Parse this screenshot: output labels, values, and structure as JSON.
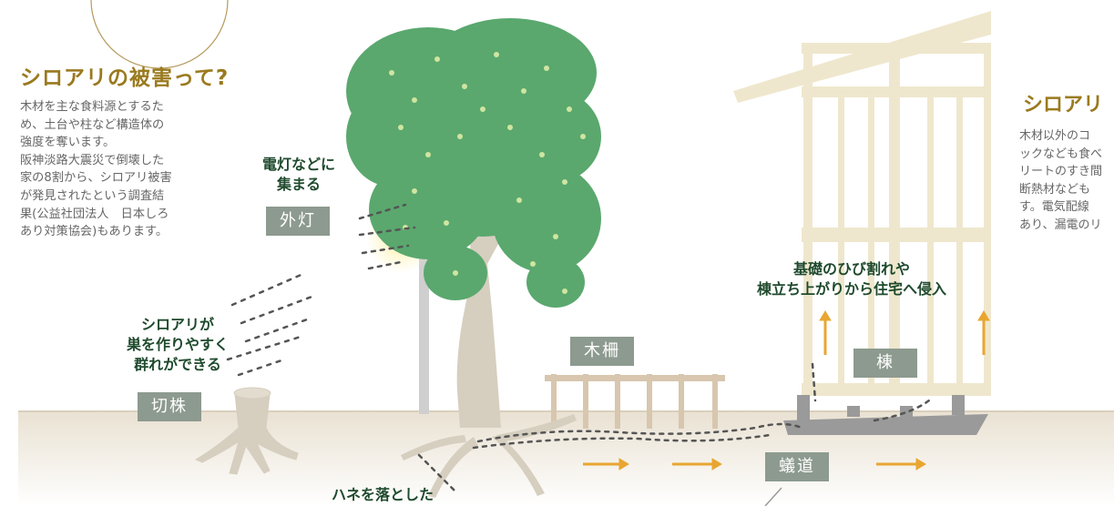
{
  "left_panel": {
    "title": "シロアリの被害って?",
    "body_lines": [
      "木材を主な食料源とするた",
      "め、土台や柱など構造体の",
      "強度を奪います。",
      "阪神淡路大震災で倒壊した",
      "家の8割から、シロアリ被害",
      "が発見されたという調査結",
      "果(公益社団法人　日本しろ",
      "あり対策協会)もあります。"
    ]
  },
  "right_panel": {
    "title_partial": "シロアリ",
    "body_lines_partial": [
      "木材以外のコ",
      "ックなども食べ",
      "リートのすき間",
      "断熱材なども",
      "す。電気配線",
      "あり、漏電のリ"
    ]
  },
  "captions": {
    "lamp": [
      "電灯などに",
      "集まる"
    ],
    "stump": [
      "シロアリが",
      "巣を作りやすく",
      "群れができる"
    ],
    "foundation": [
      "基礎のひび割れや",
      "棟立ち上がりから住宅へ侵入"
    ],
    "wings": [
      "ハネを落とした"
    ]
  },
  "tags": {
    "streetlight": "外灯",
    "stump": "切株",
    "fence": "木柵",
    "house": "棟",
    "trail": "蟻道"
  },
  "colors": {
    "heading": "#9a7a1e",
    "caption": "#1f4a2d",
    "tag_bg": "#8d9a8f",
    "arrow": "#e8a630",
    "wood": "#ece3c7",
    "leaf": "#5aa86e",
    "trunk": "#d6cebf"
  }
}
